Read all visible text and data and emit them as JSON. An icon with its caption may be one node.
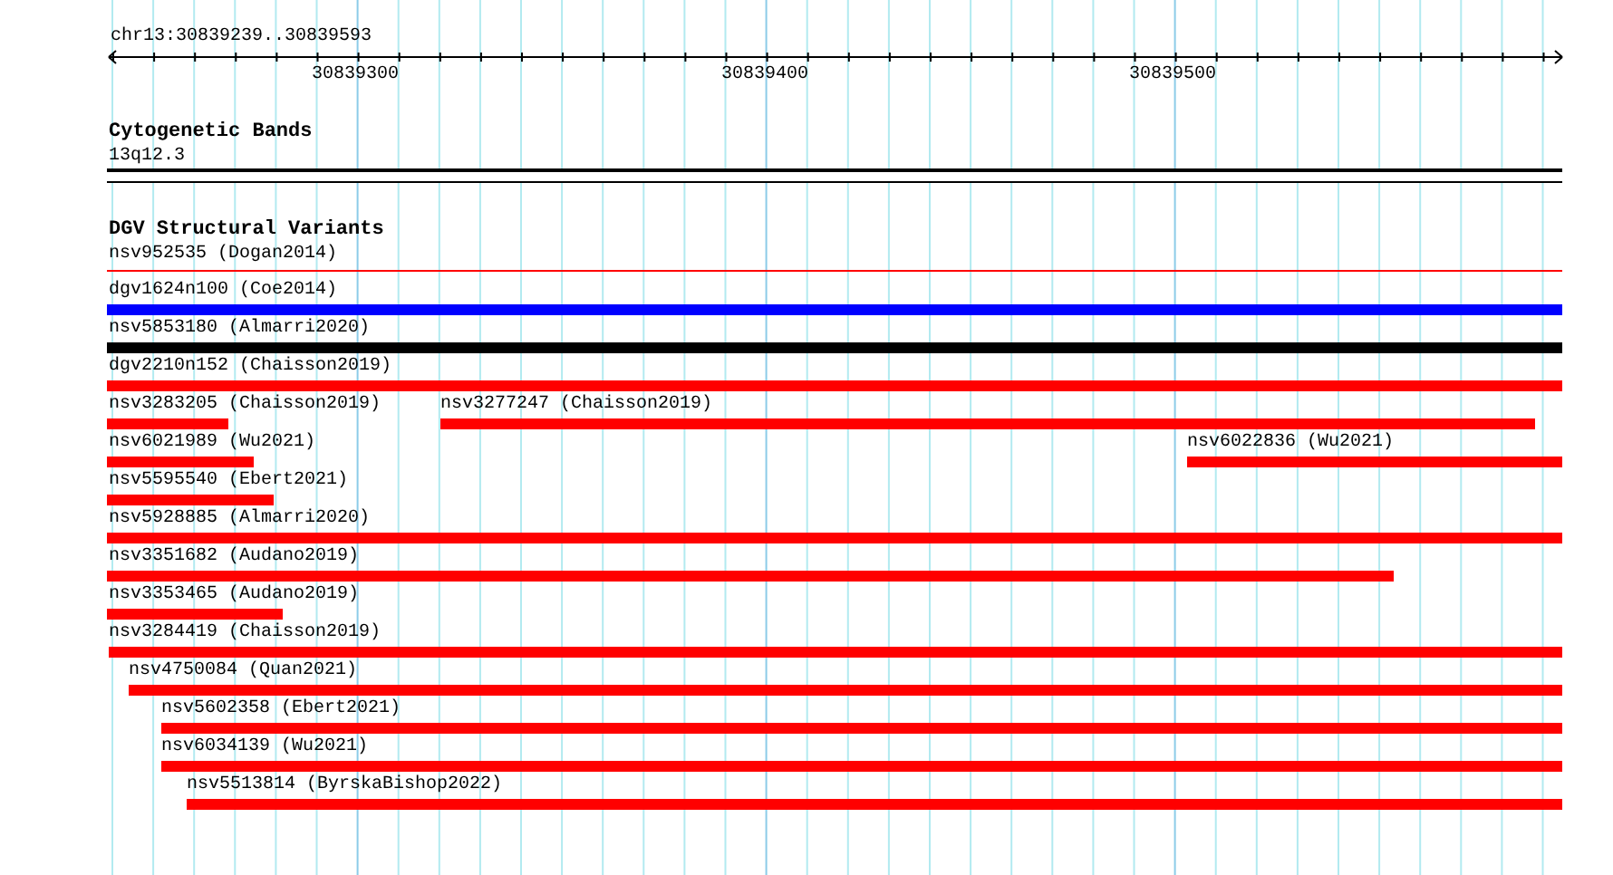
{
  "diagram": {
    "nodes": [
      {
        "text": [
          "13q12.3"
        ]
      },
      {
        "text": [
          "nsv952535 (Dogan2014)"
        ]
      },
      {
        "text": [
          "dgv1624n100 (Coe2014)"
        ]
      },
      {
        "text": [
          "nsv5853180 (Almarri2020)"
        ]
      },
      {
        "text": [
          "dgv2210n152 (Chaisson2019)"
        ]
      },
      {
        "text": [
          "nsv3283205 (Chaisson2019)"
        ]
      },
      {
        "text": [
          "nsv3277247 (Chaisson2019)"
        ]
      },
      {
        "text": [
          "nsv6021989 (Wu2021)"
        ]
      },
      {
        "text": [
          "nsv6022836 (Wu2021)"
        ]
      },
      {
        "text": [
          "nsv5595540 (Ebert2021)"
        ]
      },
      {
        "text": [
          "nsv5928885 (Almarri2020)"
        ]
      },
      {
        "text": [
          "nsv3351682 (Audano2019)"
        ]
      },
      {
        "text": [
          "nsv3353465 (Audano2019)"
        ]
      },
      {
        "text": [
          "nsv3284419 (Chaisson2019)"
        ]
      },
      {
        "text": [
          "nsv4750084 (Quan2021)"
        ]
      },
      {
        "text": [
          "nsv5602358 (Ebert2021)"
        ]
      },
      {
        "text": [
          "nsv6034139 (Wu2021)"
        ]
      },
      {
        "text": [
          "nsv5513814 (ByrskaBishop2022)"
        ]
      }
    ],
    "edges": [],
    "labels": [
      "chr13:30839239..30839593",
      "30839300",
      "30839400",
      "30839500",
      "Cytogenetic Bands",
      "DGV Structural Variants"
    ]
  }
}
